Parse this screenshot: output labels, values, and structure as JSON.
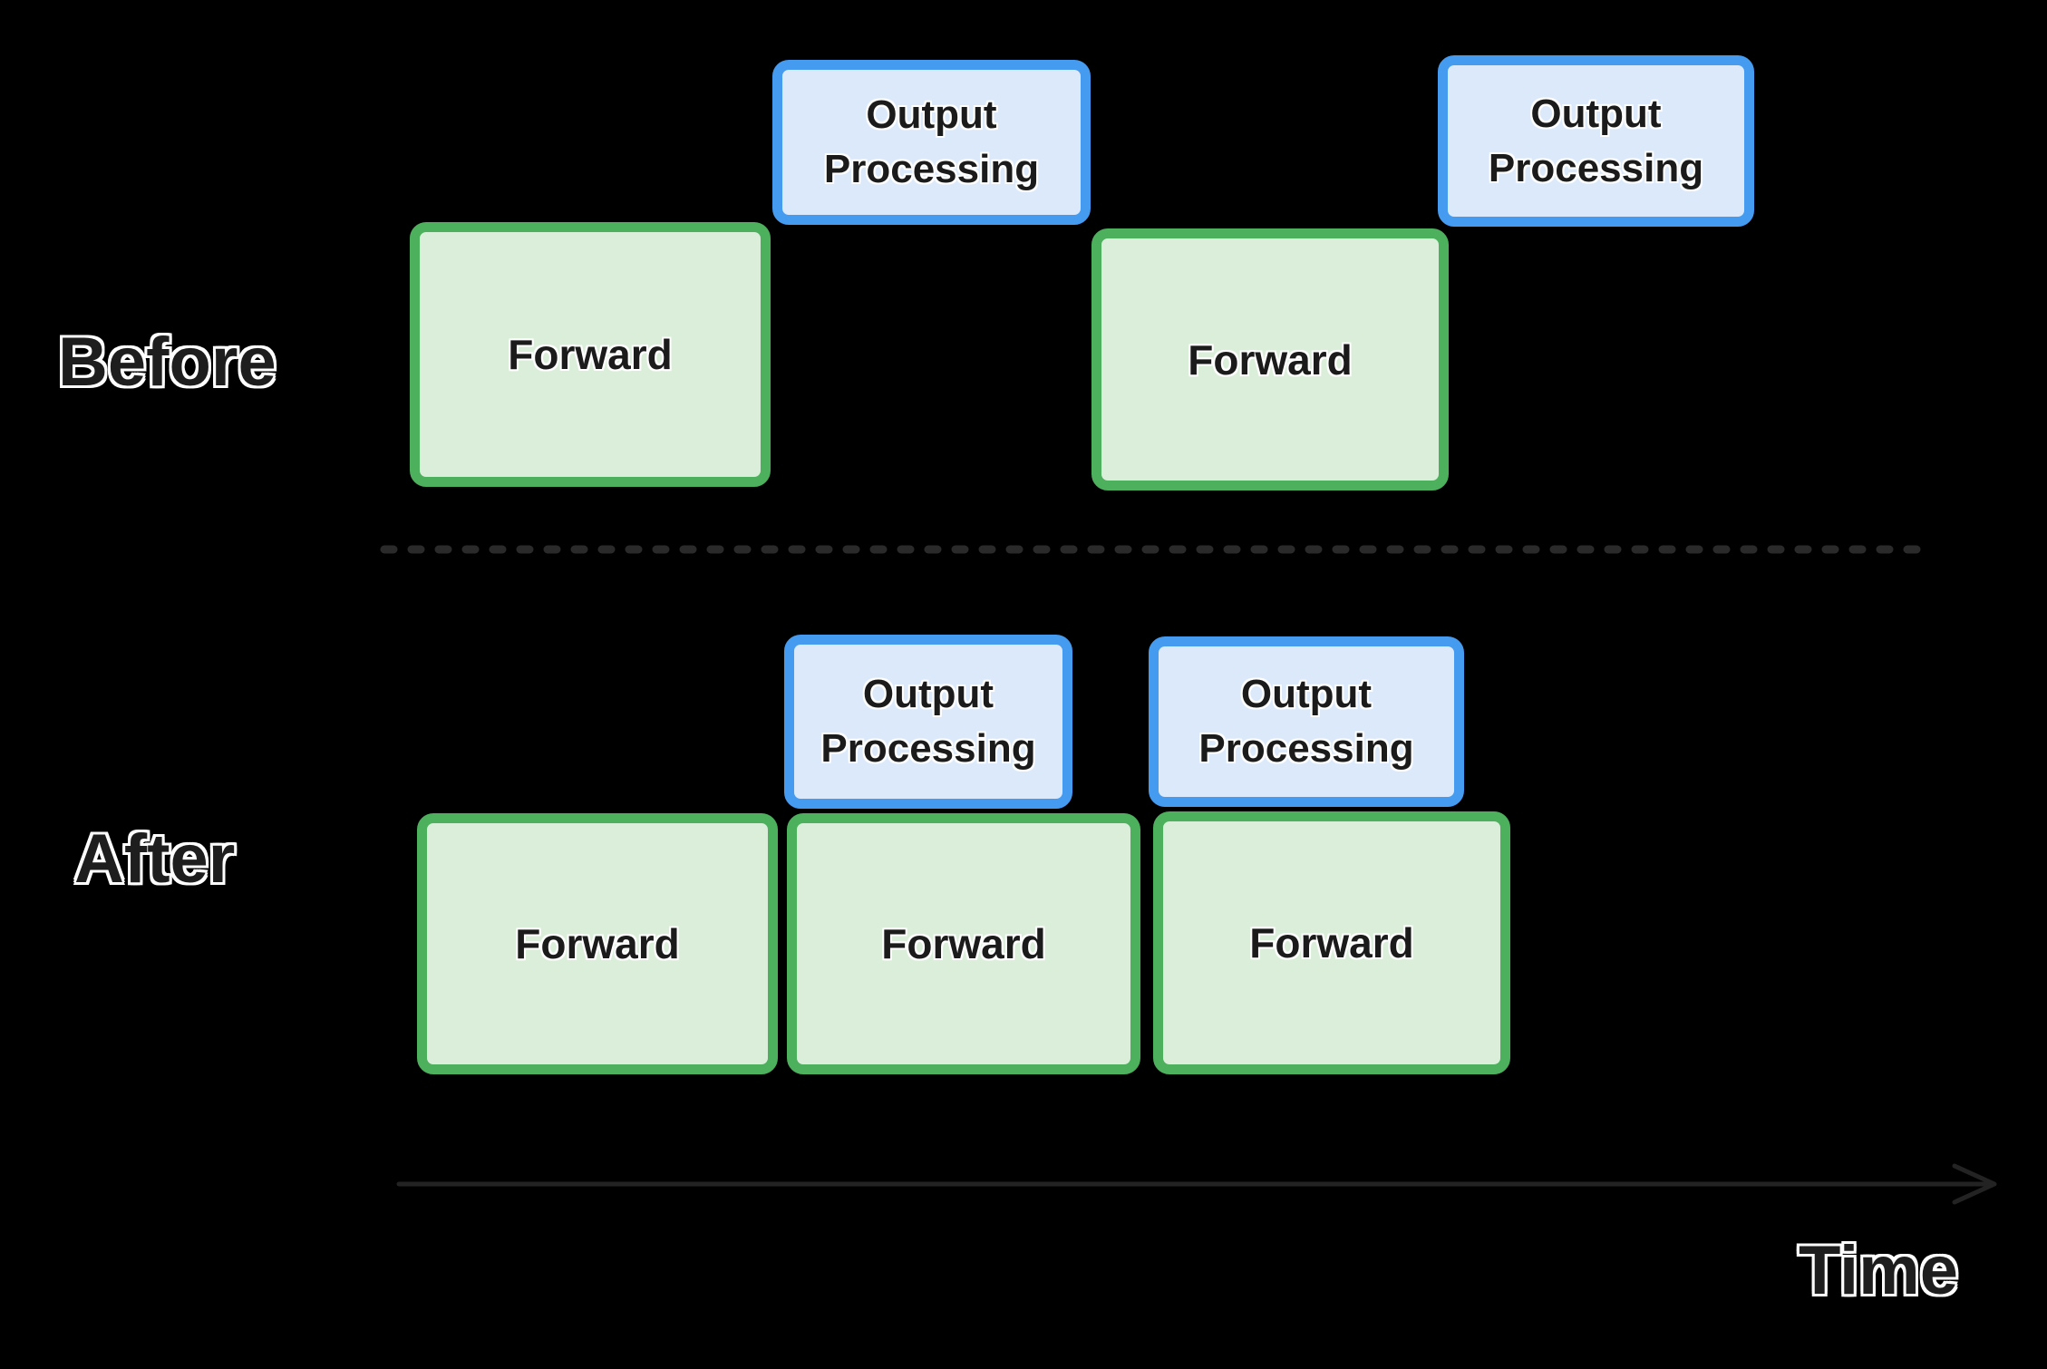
{
  "sections": {
    "before": {
      "label": "Before",
      "blocks": [
        {
          "type": "forward",
          "label": "Forward"
        },
        {
          "type": "output-processing",
          "label": "Output Processing"
        },
        {
          "type": "forward",
          "label": "Forward"
        },
        {
          "type": "output-processing",
          "label": "Output Processing"
        }
      ]
    },
    "after": {
      "label": "After",
      "blocks": [
        {
          "type": "forward",
          "label": "Forward"
        },
        {
          "type": "output-processing",
          "label": "Output Processing"
        },
        {
          "type": "forward",
          "label": "Forward"
        },
        {
          "type": "output-processing",
          "label": "Output Processing"
        },
        {
          "type": "forward",
          "label": "Forward"
        }
      ]
    }
  },
  "axis": {
    "label": "Time"
  },
  "colors": {
    "bg": "#000000",
    "forward_fill": "#daeeda",
    "forward_border": "#4cb05c",
    "output_fill": "#dbe9fa",
    "output_border": "#459bef",
    "box_text": "#1b1b1b",
    "label_text": "#1e1e1e",
    "label_outline": "#ffffff",
    "divider": "#2a2a2a",
    "axis_line": "#232323"
  }
}
